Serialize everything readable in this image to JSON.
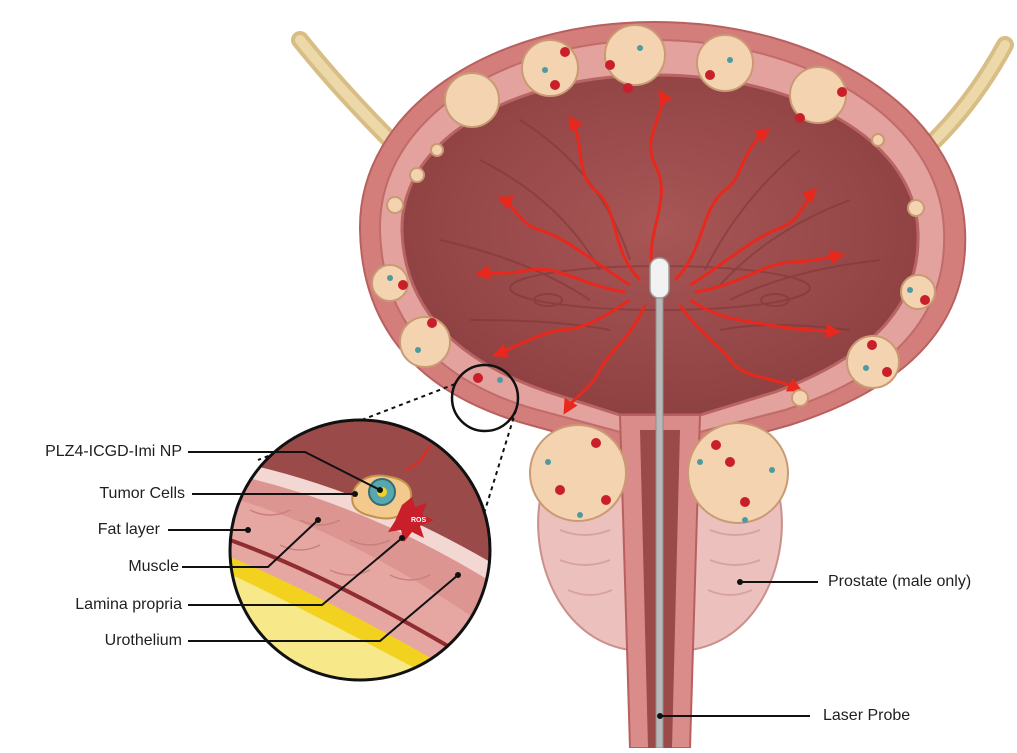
{
  "labels": {
    "nanoparticle": "PLZ4-ICGD-Imi NP",
    "tumor_cells": "Tumor Cells",
    "fat_layer": "Fat layer",
    "muscle": "Muscle",
    "lamina_propria": "Lamina propria",
    "urothelium": "Urothelium",
    "prostate": "Prostate (male only)",
    "laser_probe": "Laser Probe",
    "ros": "ROS"
  },
  "colors": {
    "bladder_lumen": "#9b4a4a",
    "bladder_wall": "#d98a86",
    "outer_wall": "#e6a8a2",
    "ureter": "#e6cf9a",
    "tumor": "#f4d3b0",
    "laser": "#e8281c",
    "fat": "#f2d21f",
    "prostate": "#ecc3c0"
  }
}
